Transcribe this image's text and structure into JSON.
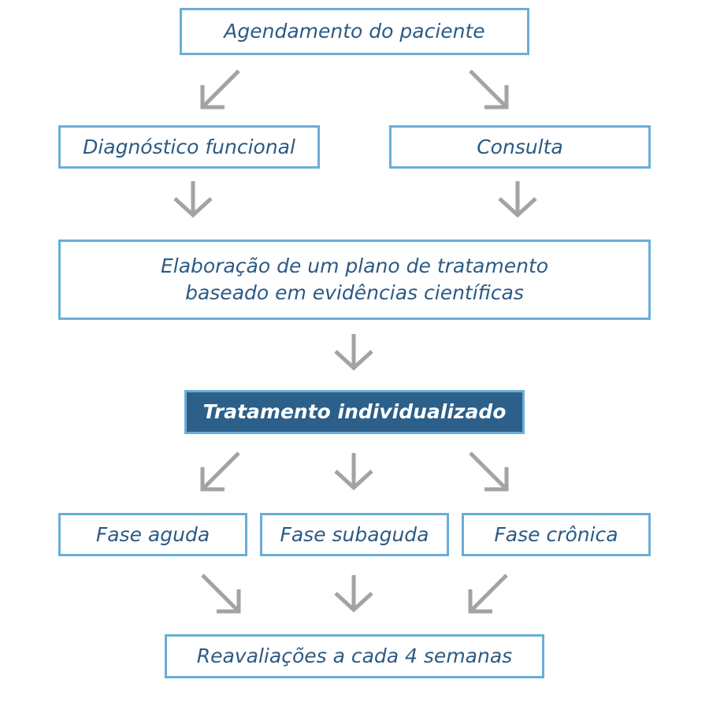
{
  "diagram": {
    "nodes": {
      "agendamento": "Agendamento do paciente",
      "diagnostico": "Diagnóstico funcional",
      "consulta": "Consulta",
      "elaboracao_line1": "Elaboração de um plano de tratamento",
      "elaboracao_line2": "baseado em evidências científicas",
      "tratamento": "Tratamento individualizado",
      "fase_aguda": "Fase aguda",
      "fase_subaguda": "Fase subaguda",
      "fase_cronica": "Fase crônica",
      "reavaliacoes": "Reavaliações a cada 4 semanas"
    },
    "colors": {
      "box_border": "#6aaed6",
      "text": "#2c5a84",
      "highlight_fill": "#2c5f8a",
      "arrow": "#a3a3a3"
    }
  }
}
